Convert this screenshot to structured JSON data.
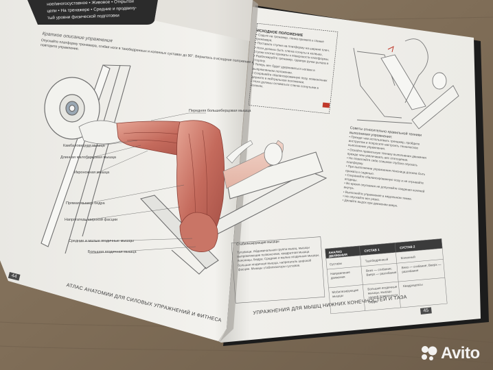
{
  "left_page": {
    "page_number": "44",
    "footer": "АТЛАС АНАТОМИИ ДЛЯ СИЛОВЫХ УПРАЖНЕНИЙ И ФИТНЕСА",
    "dark_box_lines": [
      "ное/многосуставное • Живовое • Открытой",
      "цепи • На тренажере • Средние и продвину-",
      "тый уровни физической подготовки"
    ],
    "description_heading": "Краткое описание упражнения",
    "description_lines": [
      "Опускайте платформу тренажера, сгибая ноги в тазобедренных и коленных суставах до 90°. Вернитесь в исходное положение и",
      "повторите упражнение."
    ],
    "muscle_labels": [
      "Передняя большеберцовая мышца",
      "Камбаловидная мышца",
      "Длинная малоберцовая мышца",
      "Икроножная мышца",
      "Прямая мышца бедра",
      "Напрягатель широкой фасции",
      "Средние и малые ягодичные мышцы",
      "Большая ягодичная мышца"
    ]
  },
  "right_page": {
    "page_number": "45",
    "footer": "УПРАЖНЕНИЯ ДЛЯ МЫШЦ НИЖНИХ КОНЕЧНОСТЕЙ И ТАЗА",
    "start_position": {
      "title": "ИСХОДНОЕ ПОЛОЖЕНИЕ",
      "items": [
        "• Сядьте на тренажер, спина прижата к спинке тренажера.",
        "• Поставьте ступни на платформу на ширине плеч.",
        "• Ноги должны быть слегка согнуты в коленях, ступни плотно прижаты к поверхности платформы.",
        "• Разблокируйте тренажер, сдвинув ручки рычага в сторону.",
        "• Теперь вес будет удерживаться ногами в выпрямленном положении.",
        "• Сохраняйте сбалансированную позу, позвоночник держите в нейтральном положении.",
        "• Ноги должны оставаться слегка согнутыми в коленях."
      ]
    },
    "advice": {
      "title": "Советы относительно правильной техники выполнения упражнения:",
      "items": [
        "• Прежде чем использовать тренажер, пройдите инструктаж и попросите настроить техническое выполнение упражнения.",
        "• Освойте правильную технику выполнения движения прежде чем увеличивать вес отягощения.",
        "• Не позволяйте себе слишком глубоко опускать платформу.",
        "• При выполнении упражнения поясница должна быть прижата к сиденью.",
        "• Сохраняйте сбалансированную позу и не отрывайте ягодицы.",
        "• Во время опускания не допускайте сведения коленей внутрь.",
        "• Выполняйте упражнение в медленном темпе.",
        "• Не опускайте вес резко.",
        "• Делайте выдох при движении вверх."
      ]
    },
    "stabilizers": {
      "title": "Стабилизирующие мышцы",
      "body": "Туловище: Абдоминальная группа мышц, мышцы выпрямляющие позвоночник, квадратная мышца поясницы. Бедра: Средние и малые ягодичные мышцы, большая ягодичная мышца, напрягатель широкой фасции. Мышцы стабилизаторы суставов."
    },
    "table": {
      "headers": [
        "АНАЛИЗ ДВИЖЕНИЯ",
        "СУСТАВ 1",
        "СУСТАВ 2"
      ],
      "rows": [
        [
          "Суставы",
          "Тазобедренный",
          "Коленный"
        ],
        [
          "Направление движения",
          "Вниз — сгибание; Вверх — разгибание",
          "Вниз — сгибание; Вверх — разгибание"
        ],
        [
          "Мобилизирующие мышцы",
          "Большие ягодичные мышцы, мышцы задней поверхности бедра",
          "Квадрицепсы"
        ]
      ]
    }
  },
  "watermark": {
    "brand": "Avito"
  }
}
